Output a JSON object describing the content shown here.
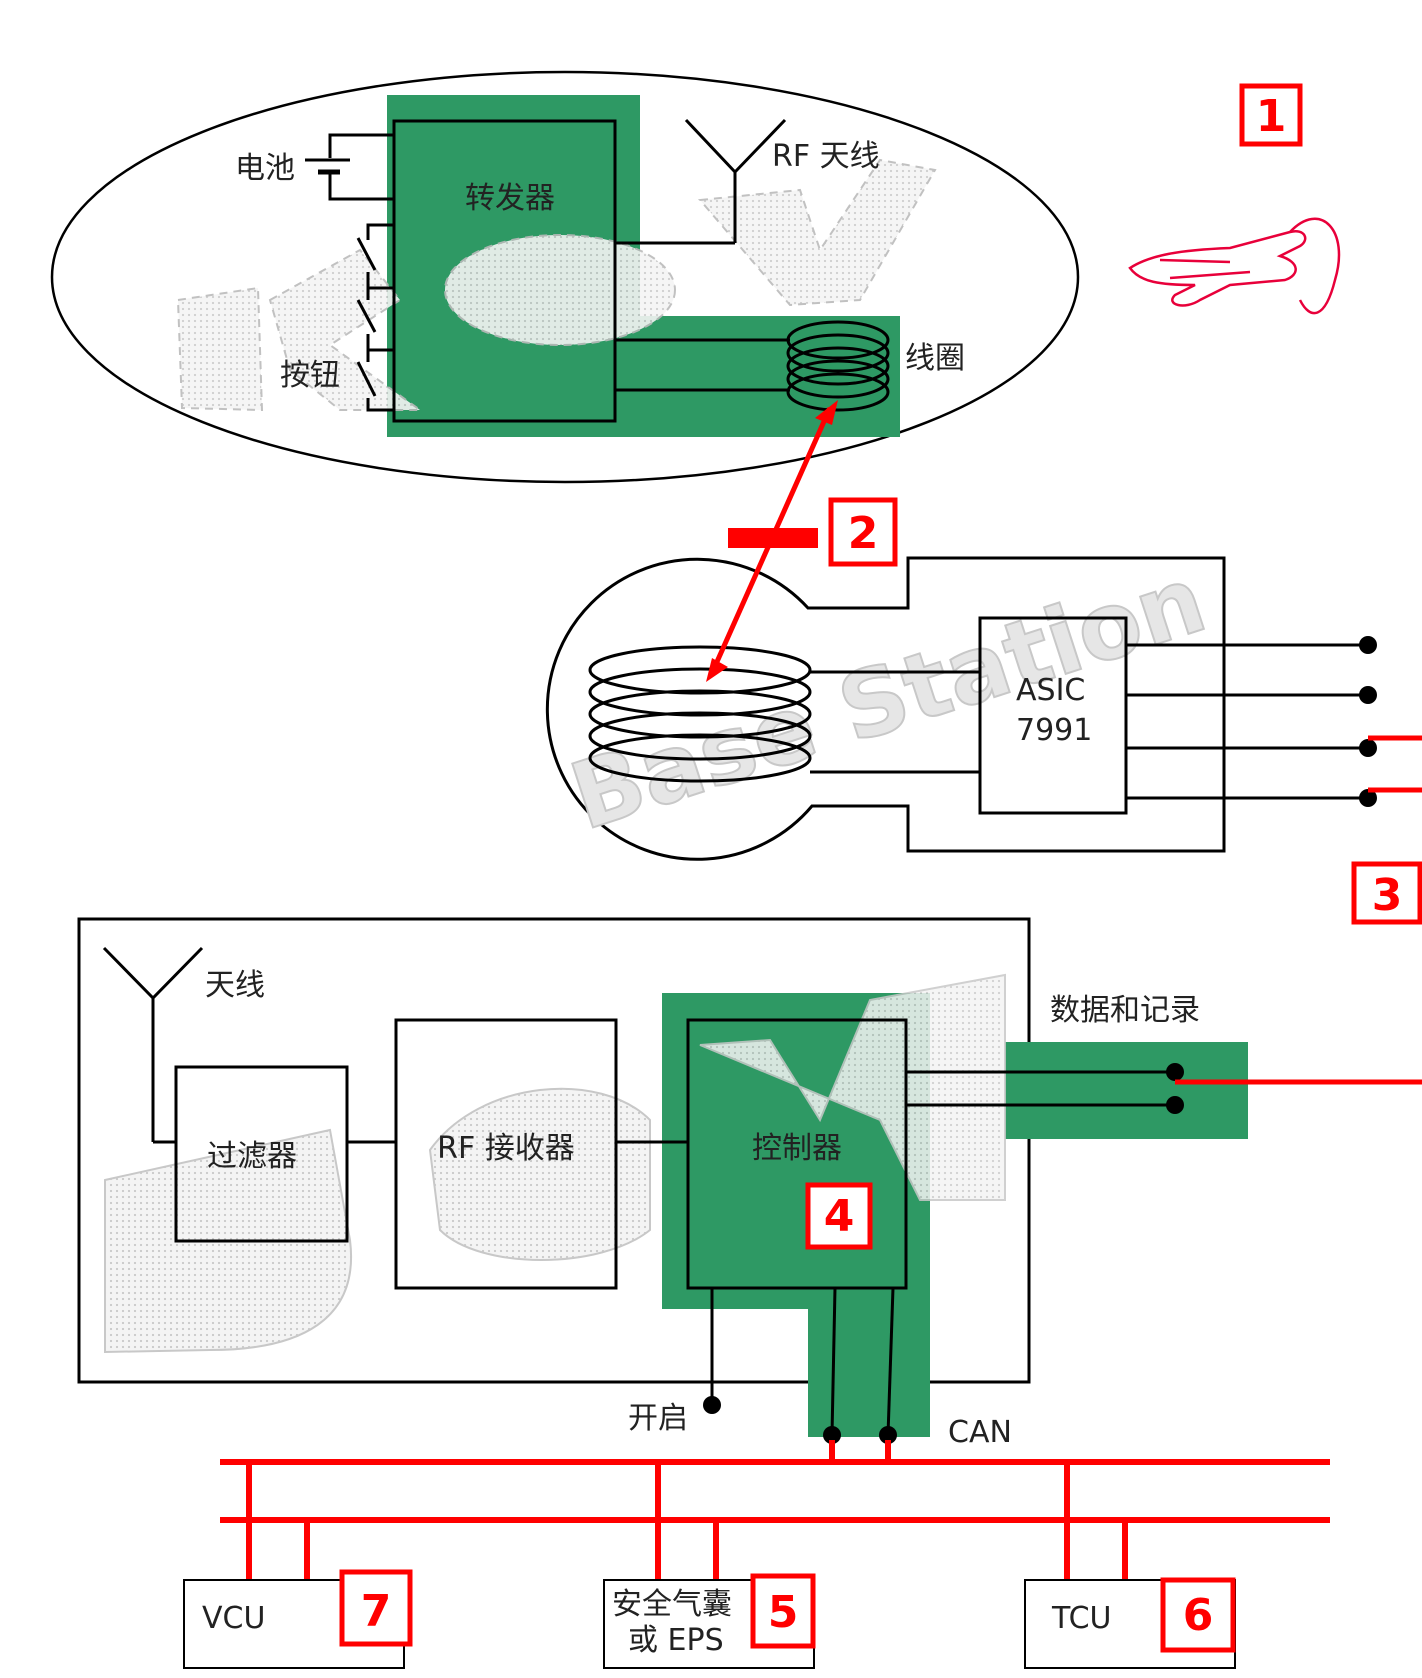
{
  "colors": {
    "highlight": "#2e9964",
    "accent": "#ff0000",
    "line": "#000000",
    "watermark": "#e0e0e0"
  },
  "key_fob": {
    "battery_label": "电池",
    "transponder_label": "转发器",
    "antenna_label": "RF 天线",
    "coil_label": "线圈",
    "buttons_label": "按钮"
  },
  "base_station": {
    "chip_line1": "ASIC",
    "chip_line2": "7991"
  },
  "bcm": {
    "antenna_label": "天线",
    "filter_label": "过滤器",
    "receiver_label": "RF 接收器",
    "controller_label": "控制器",
    "data_label": "数据和记录",
    "enable_label": "开启",
    "can_label": "CAN"
  },
  "ecus": {
    "vcu": "VCU",
    "airbag_line1": "安全气囊",
    "airbag_line2": "或 EPS",
    "tcu": "TCU"
  },
  "badges": [
    "1",
    "2",
    "3",
    "4",
    "5",
    "6",
    "7"
  ]
}
